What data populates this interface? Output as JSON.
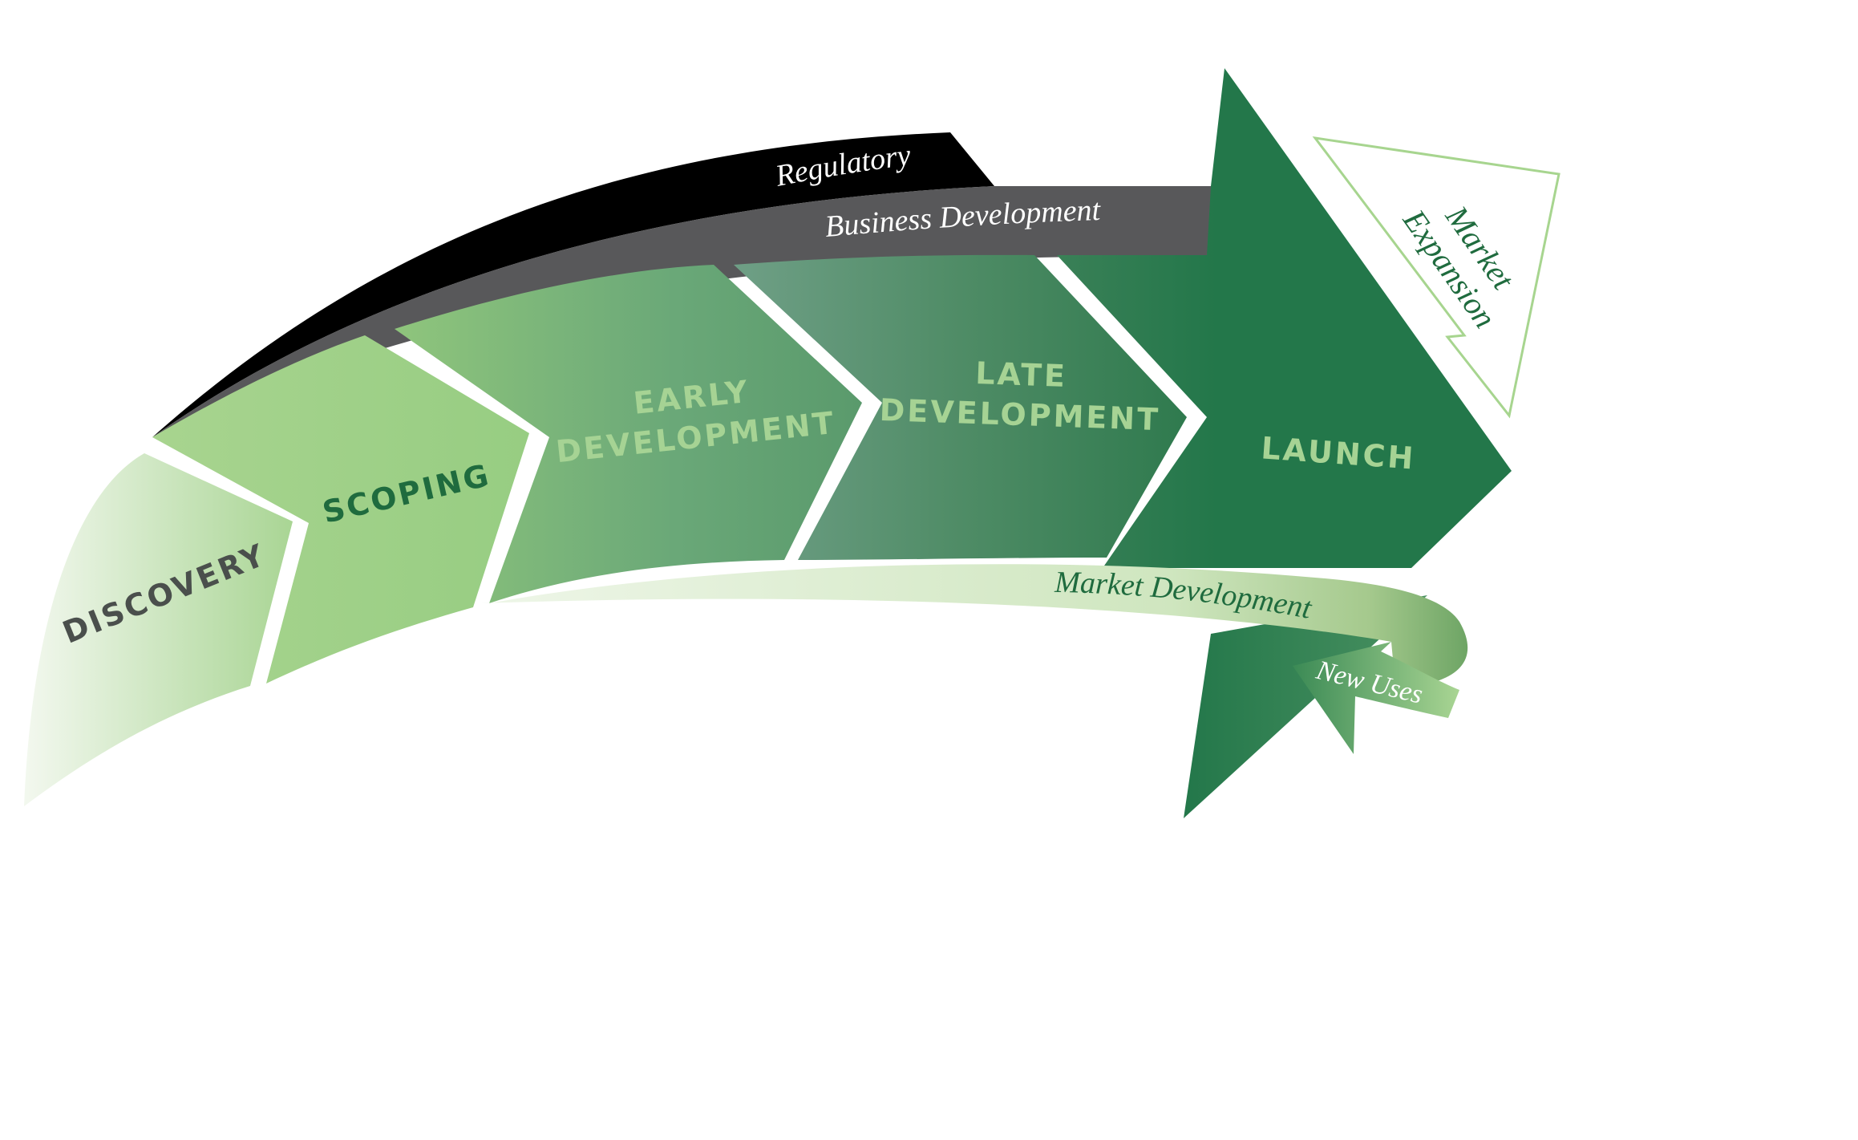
{
  "stages": [
    {
      "id": "discovery",
      "label": "DISCOVERY",
      "color": "#4a4f4c"
    },
    {
      "id": "scoping",
      "label": "SCOPING",
      "color": "#1f6b3e"
    },
    {
      "id": "early",
      "line1": "EARLY",
      "line2": "DEVELOPMENT",
      "color": "#a6d394"
    },
    {
      "id": "late",
      "line1": "LATE",
      "line2": "DEVELOPMENT",
      "color": "#a6d394"
    },
    {
      "id": "launch",
      "label": "LAUNCH",
      "color": "#a6d394"
    }
  ],
  "bands": {
    "regulatory": "Regulatory",
    "business_development": "Business Development"
  },
  "market_development": "Market Development",
  "new_uses": "New Uses",
  "market_expansion": {
    "line1": "Market",
    "line2": "Expansion"
  },
  "colors": {
    "dark_green": "#23774a",
    "light_green": "#a7d58f",
    "regulatory": "#000000",
    "business_development": "#58585a"
  }
}
